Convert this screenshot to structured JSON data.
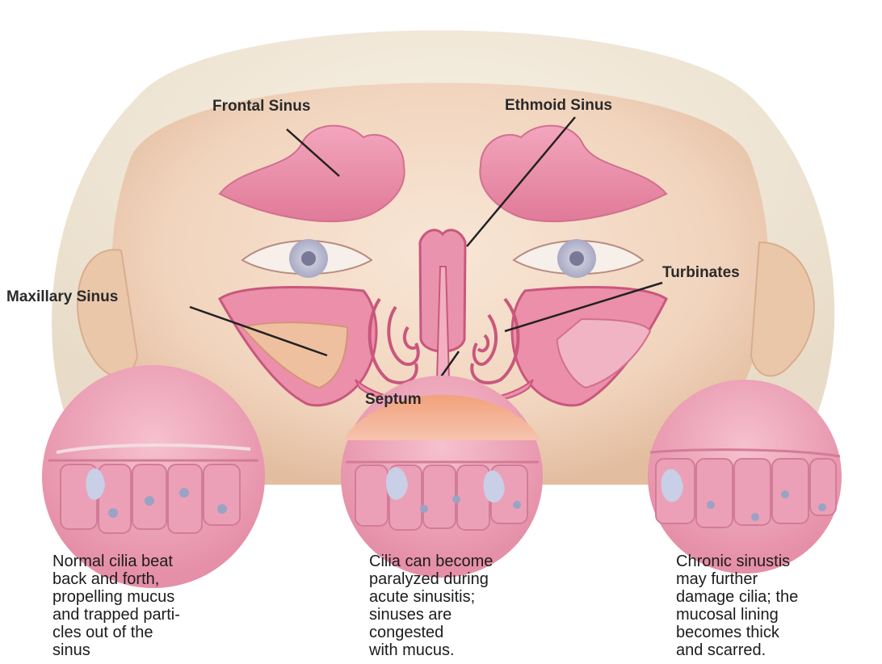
{
  "labels": {
    "frontal_sinus": "Frontal Sinus",
    "ethmoid_sinus": "Ethmoid Sinus",
    "maxillary_sinus": "Maxillary Sinus",
    "turbinates": "Turbinates",
    "septum": "Septum"
  },
  "captions": {
    "normal": "Normal cilia beat\nback and forth,\npropelling mucus\nand trapped parti-\ncles out of the\nsinus",
    "acute": "Cilia can become\nparalyzed during\nacute sinusitis;\nsinuses are\ncongested\nwith mucus.",
    "chronic": "Chronic sinustis\nmay further\ndamage cilia; the\nmucosal lining\nbecomes thick\nand scarred."
  },
  "colors": {
    "skin": "#f4dcc6",
    "skin_shadow": "#e7c3a6",
    "sinus_pink": "#e98aa6",
    "sinus_dark": "#c9577c",
    "mucus": "#efc2a0",
    "leader_line": "#222222"
  }
}
